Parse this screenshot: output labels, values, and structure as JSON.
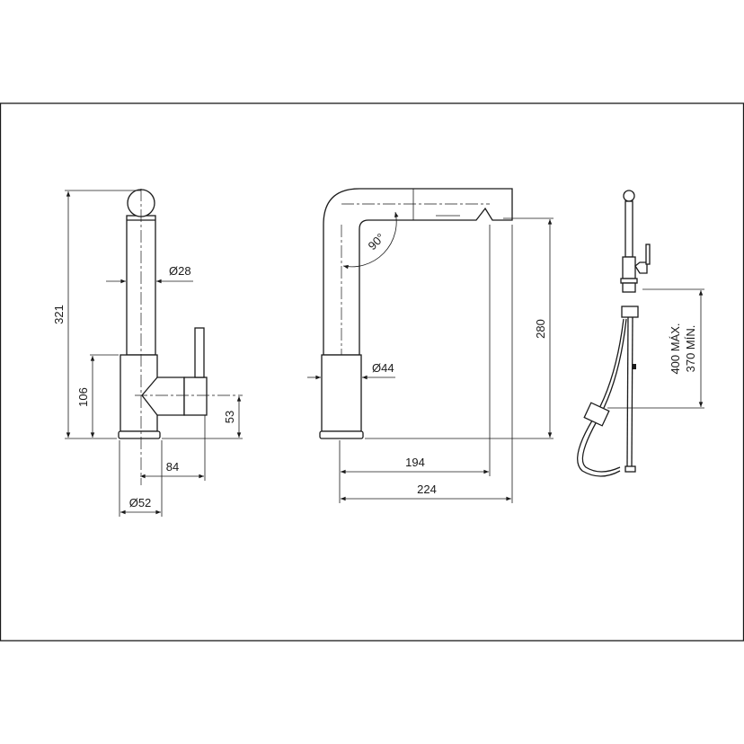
{
  "front_view": {
    "height_total": "321",
    "body_height": "106",
    "lever_axis_height": "53",
    "lever_reach": "84",
    "base_diameter": "Ø52",
    "column_diameter": "Ø28"
  },
  "side_view": {
    "angle": "90°",
    "body_diameter": "Ø44",
    "spout_height": "280",
    "outlet_reach": "194",
    "total_reach": "224"
  },
  "hose_view": {
    "hose_max": "400 MÁX.",
    "hose_min": "370 MÍN."
  }
}
